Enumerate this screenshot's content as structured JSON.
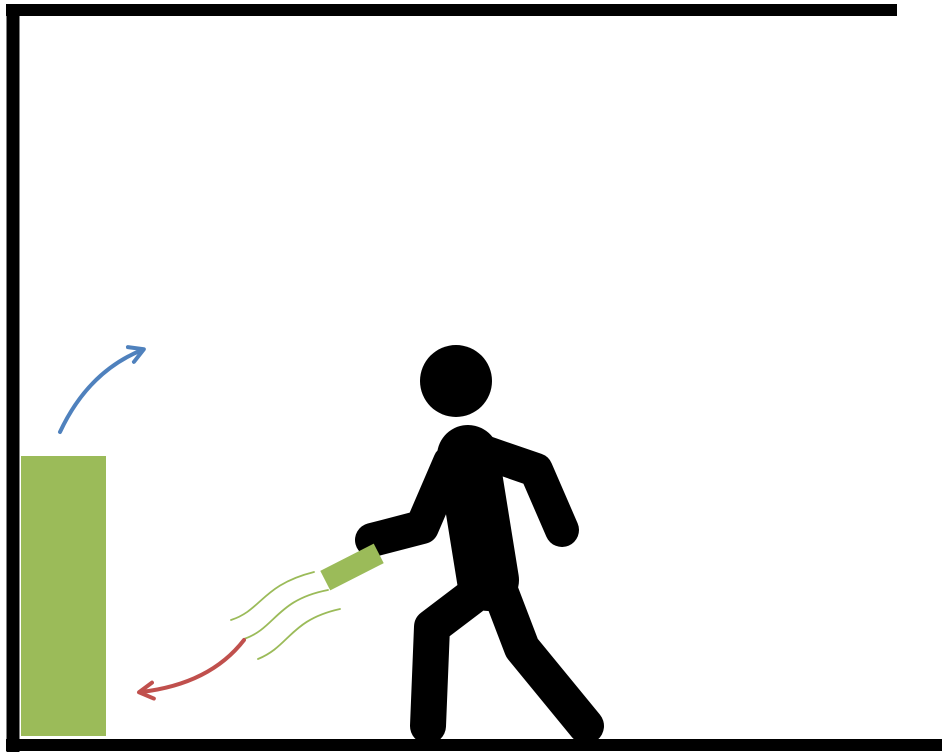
{
  "diagram": {
    "colors": {
      "background": "#ffffff",
      "walls": "#000000",
      "person": "#000000",
      "block": "#9bbb59",
      "held_object": "#9bbb59",
      "motion_lines": "#9bbb59",
      "arrow_up": "#4f81bd",
      "arrow_down": "#c0504d"
    },
    "elements": [
      "room-enclosure",
      "green-block",
      "curved-arrow-up",
      "walking-person",
      "held-green-object",
      "motion-lines",
      "curved-arrow-down"
    ]
  }
}
